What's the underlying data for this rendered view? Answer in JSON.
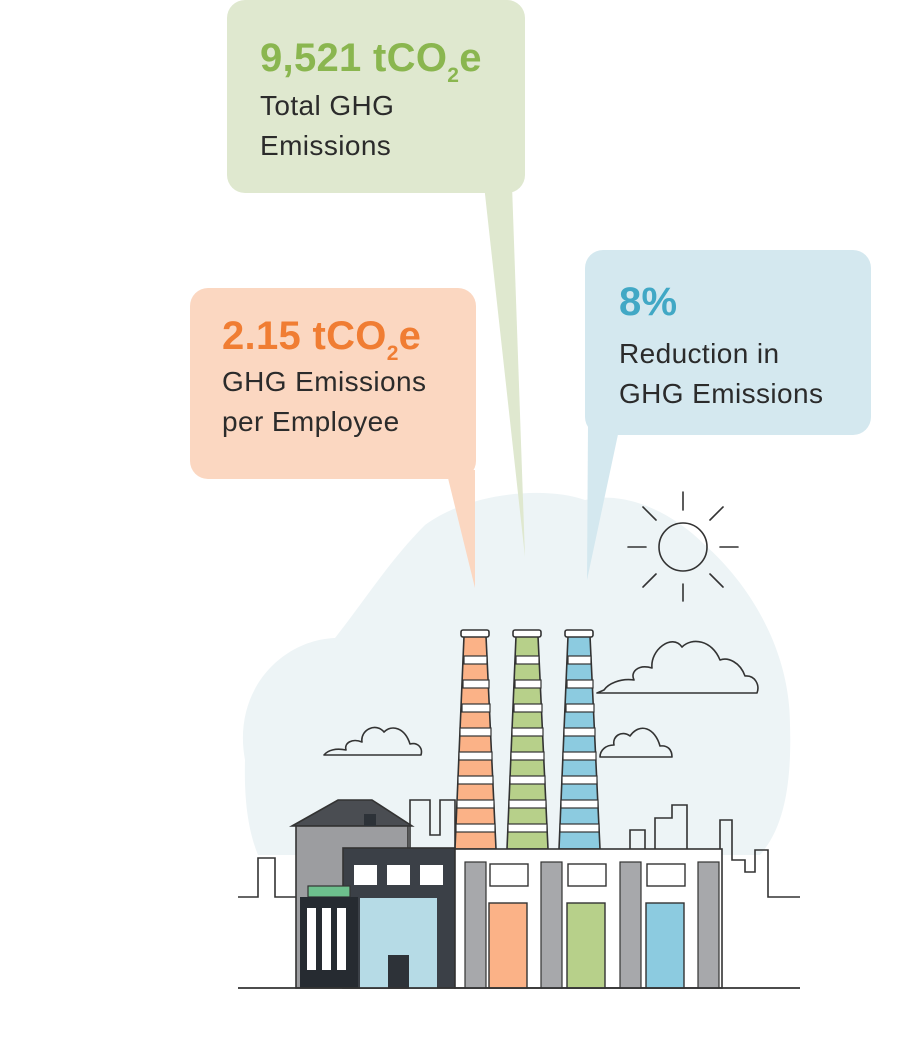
{
  "colors": {
    "green": "#8ab64f",
    "green_bubble": "#dfe8cf",
    "orange": "#f07d33",
    "orange_bubble": "#fbd7c1",
    "blue": "#41a8c5",
    "blue_bubble": "#d4e8ef",
    "background_blob": "#edf4f6",
    "outline": "#333333"
  },
  "callouts": {
    "total": {
      "value_prefix": "9,521 tCO",
      "value_subscript": "2",
      "value_suffix": "e",
      "line1": "Total GHG",
      "line2": "Emissions"
    },
    "per_employee": {
      "value_prefix": "2.15 tCO",
      "value_subscript": "2",
      "value_suffix": "e",
      "line1": "GHG Emissions",
      "line2": "per Employee"
    },
    "reduction": {
      "value": "8%",
      "line1": "Reduction in",
      "line2": "GHG Emissions"
    }
  },
  "illustration": {
    "icons": [
      "sun-icon",
      "cloud-icon",
      "factory-icon",
      "smokestack-icon"
    ]
  }
}
